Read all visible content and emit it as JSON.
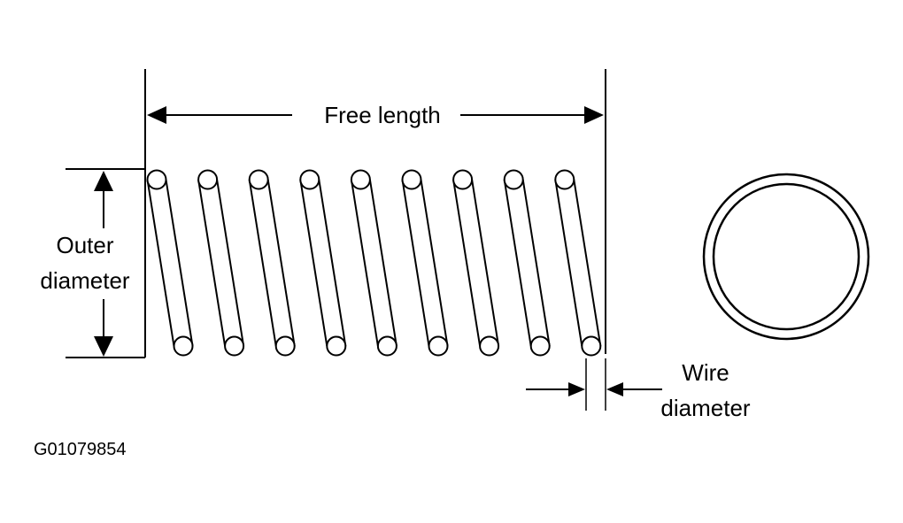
{
  "labels": {
    "free_length": "Free length",
    "outer_diameter_line1": "Outer",
    "outer_diameter_line2": "diameter",
    "wire_diameter_line1": "Wire",
    "wire_diameter_line2": "diameter"
  },
  "figure_code": "G01079854",
  "spring": {
    "coil_count": 9
  },
  "colors": {
    "ink": "#000000",
    "background": "#ffffff"
  }
}
